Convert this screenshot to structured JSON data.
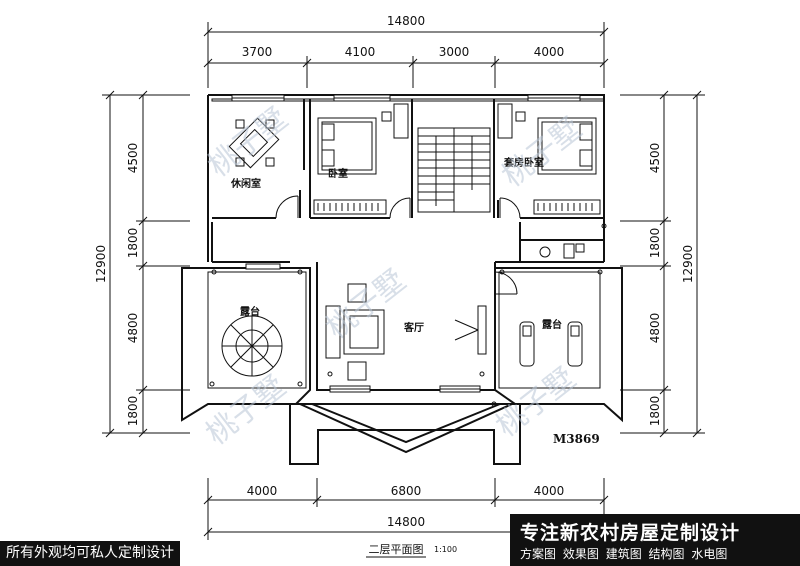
{
  "dimensions": {
    "top_total": "14800",
    "top_segments": [
      "3700",
      "4100",
      "3000",
      "4000"
    ],
    "bottom_segments": [
      "4000",
      "6800",
      "4000"
    ],
    "bottom_total": "14800",
    "left_total": "12900",
    "left_segments": [
      "4500",
      "1800",
      "4800",
      "1800"
    ],
    "right_total": "12900",
    "right_segments": [
      "4500",
      "1800",
      "4800",
      "1800"
    ]
  },
  "rooms": {
    "leisure": "休闲室",
    "bedroom": "卧室",
    "suite_bedroom": "套房卧室",
    "living_room": "客厅",
    "terrace_left": "露台",
    "terrace_right": "露台"
  },
  "watermark": "桃子墅",
  "model_code": "M3869",
  "drawing_title": "二层平面图",
  "scale": "1:100",
  "banner": {
    "headline": "专注新农村房屋定制设计",
    "services": [
      "方案图",
      "效果图",
      "建筑图",
      "结构图",
      "水电图"
    ]
  },
  "footer_note": "所有外观均可私人定制设计"
}
